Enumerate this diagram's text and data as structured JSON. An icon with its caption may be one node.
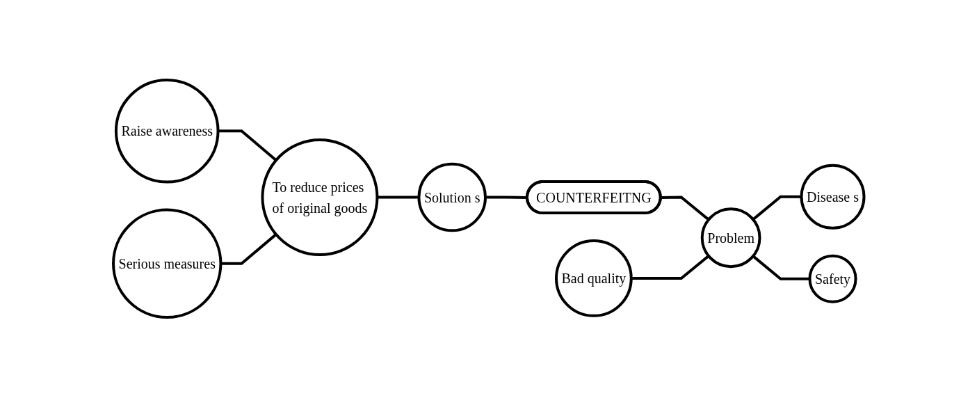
{
  "diagram": {
    "nodes": [
      {
        "text": [
          "Raise awareness"
        ]
      },
      {
        "text": [
          "To reduce prices of original goods"
        ]
      },
      {
        "text": [
          "Solution s"
        ]
      },
      {
        "text": [
          "Serious measures"
        ]
      },
      {
        "text": [
          "COUNTERFEITNG"
        ]
      },
      {
        "text": [
          "Bad quality"
        ]
      },
      {
        "text": [
          "Problem"
        ]
      },
      {
        "text": [
          "Disease s"
        ]
      },
      {
        "text": [
          "Safety"
        ]
      }
    ],
    "edges": [
      {
        "from": 0,
        "to": 1,
        "arrow": "none"
      },
      {
        "from": 3,
        "to": 1,
        "arrow": "none"
      },
      {
        "from": 1,
        "to": 2,
        "arrow": "none"
      },
      {
        "from": 2,
        "to": 4,
        "arrow": "none"
      },
      {
        "from": 4,
        "to": 6,
        "arrow": "none"
      },
      {
        "from": 5,
        "to": 6,
        "arrow": "none"
      },
      {
        "from": 6,
        "to": 7,
        "arrow": "none"
      },
      {
        "from": 6,
        "to": 8,
        "arrow": "none"
      }
    ]
  }
}
